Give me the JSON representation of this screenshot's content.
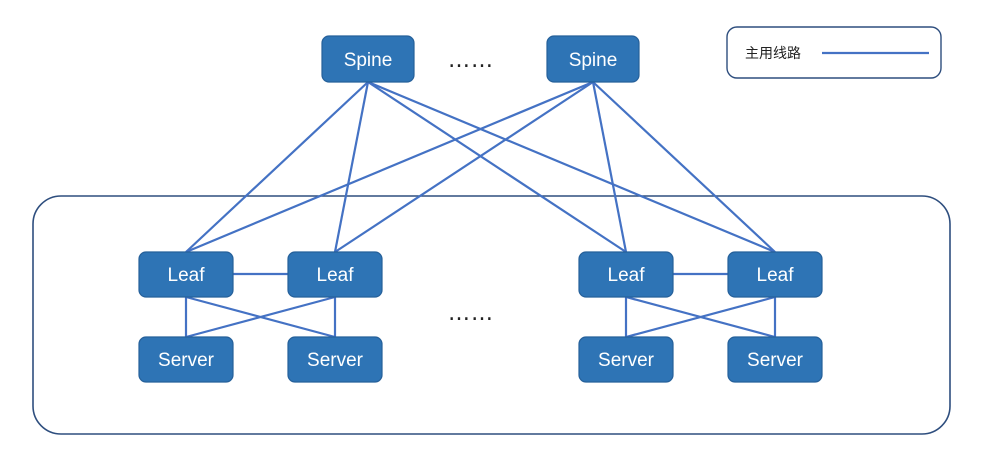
{
  "legend": {
    "label": "主用线路",
    "line_color": "#4472c4"
  },
  "ellipsis": "……",
  "colors": {
    "node_fill": "#2e74b5",
    "link": "#4472c4",
    "border": "#2e4e7e"
  },
  "nodes": {
    "spine_1": "Spine",
    "spine_2": "Spine",
    "leaf_1": "Leaf",
    "leaf_2": "Leaf",
    "leaf_3": "Leaf",
    "leaf_4": "Leaf",
    "server_1": "Server",
    "server_2": "Server",
    "server_3": "Server",
    "server_4": "Server"
  },
  "links": [
    [
      "spine_1",
      "leaf_1"
    ],
    [
      "spine_1",
      "leaf_2"
    ],
    [
      "spine_1",
      "leaf_3"
    ],
    [
      "spine_1",
      "leaf_4"
    ],
    [
      "spine_2",
      "leaf_1"
    ],
    [
      "spine_2",
      "leaf_2"
    ],
    [
      "spine_2",
      "leaf_3"
    ],
    [
      "spine_2",
      "leaf_4"
    ],
    [
      "leaf_1",
      "leaf_2"
    ],
    [
      "leaf_3",
      "leaf_4"
    ],
    [
      "leaf_1",
      "server_1"
    ],
    [
      "leaf_1",
      "server_2"
    ],
    [
      "leaf_2",
      "server_1"
    ],
    [
      "leaf_2",
      "server_2"
    ],
    [
      "leaf_3",
      "server_3"
    ],
    [
      "leaf_3",
      "server_4"
    ],
    [
      "leaf_4",
      "server_3"
    ],
    [
      "leaf_4",
      "server_4"
    ]
  ]
}
